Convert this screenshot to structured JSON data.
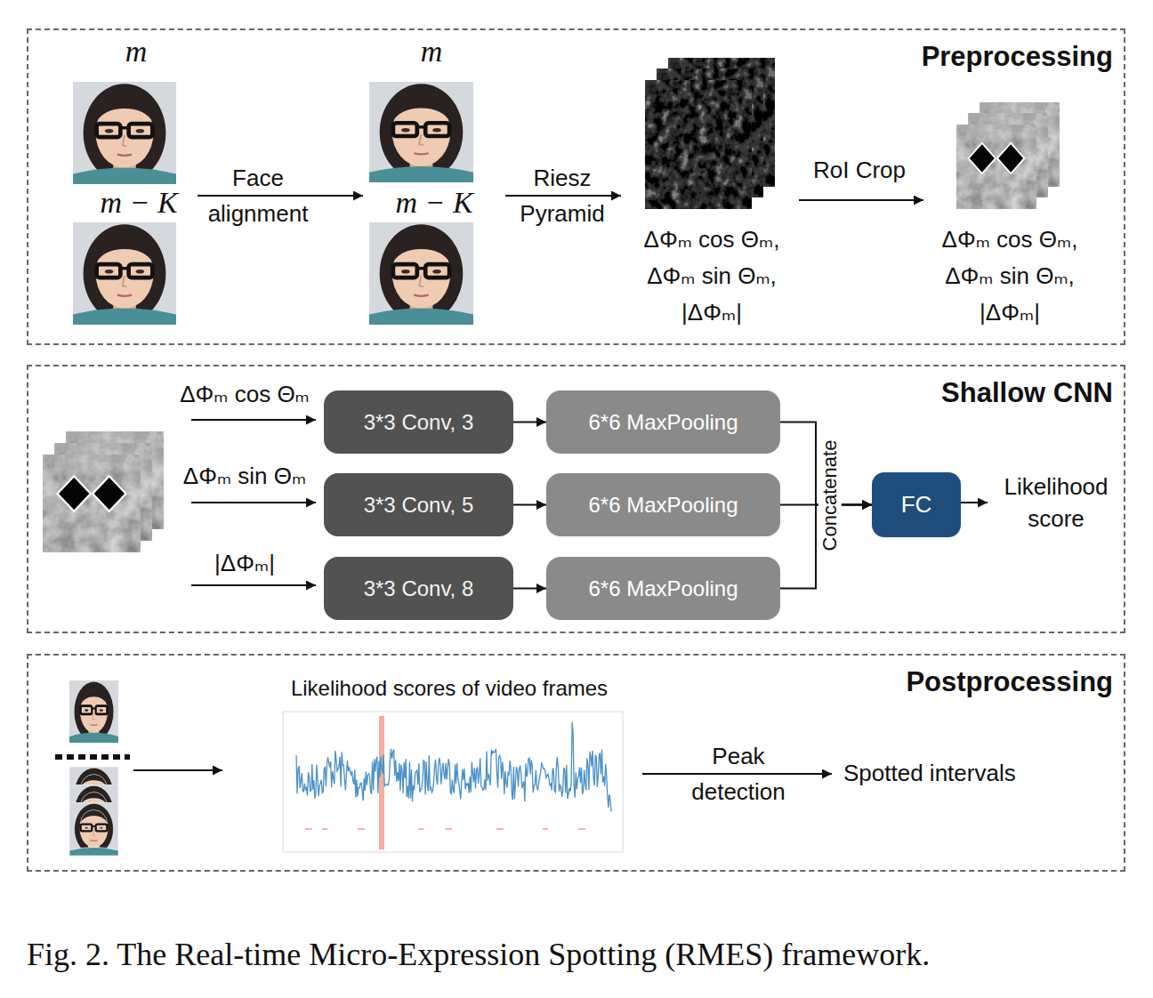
{
  "diagram": {
    "caption": "Fig. 2. The Real-time Micro-Expression Spotting (RMES) framework.",
    "nodes": [
      {
        "text": [
          "Preprocessing"
        ]
      },
      {
        "text": [
          "Shallow CNN"
        ]
      },
      {
        "text": [
          "3*3 Conv, 3"
        ],
        "in": 1
      },
      {
        "text": [
          "6*6 MaxPooling"
        ],
        "in": 1
      },
      {
        "text": [
          "3*3 Conv, 5"
        ],
        "in": 1
      },
      {
        "text": [
          "6*6 MaxPooling"
        ],
        "in": 1
      },
      {
        "text": [
          "3*3 Conv, 8"
        ],
        "in": 1
      },
      {
        "text": [
          "6*6 MaxPooling"
        ],
        "in": 1
      },
      {
        "text": [
          "FC"
        ],
        "in": 1
      },
      {
        "text": [
          "Postprocessing"
        ]
      }
    ],
    "edges": [
      {
        "from": 2,
        "to": 3,
        "arrow": "to"
      },
      {
        "from": 4,
        "to": 5,
        "arrow": "to"
      },
      {
        "from": 6,
        "to": 7,
        "arrow": "to"
      },
      {
        "from": 3,
        "to": 8,
        "arrow": "to"
      },
      {
        "from": 5,
        "to": 8,
        "arrow": "to"
      },
      {
        "from": 7,
        "to": 8,
        "arrow": "to"
      }
    ],
    "labels": [
      "m",
      "m − K",
      "m",
      "m − K",
      "Face alignment",
      "Riesz Pyramid",
      "ΔΦₘ cos Θₘ,",
      "ΔΦₘ sin Θₘ,",
      "|ΔΦₘ|",
      "RoI Crop",
      "ΔΦₘ cos Θₘ,",
      "ΔΦₘ sin Θₘ,",
      "|ΔΦₘ|",
      "ΔΦₘ cos Θₘ",
      "ΔΦₘ sin Θₘ",
      "|ΔΦₘ|",
      "Concatenate",
      "Likelihood score",
      "Likelihood scores of video frames",
      "Peak detection",
      "Spotted intervals"
    ]
  }
}
